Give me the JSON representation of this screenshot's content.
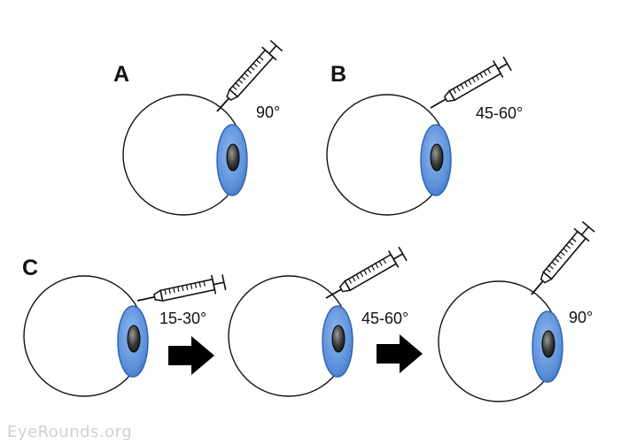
{
  "diagram": {
    "panels": [
      {
        "label": "A",
        "angle": "90°"
      },
      {
        "label": "B",
        "angle": "45-60°"
      },
      {
        "label": "C",
        "steps": [
          "15-30°",
          "45-60°",
          "90°"
        ]
      }
    ]
  },
  "watermark": "EyeRounds.org",
  "colors": {
    "iris": "#5b8fd8",
    "iris_edge": "#2f66b8",
    "pupil": "#2a2a2a",
    "outline": "#111111",
    "arrow": "#000000"
  },
  "icons": [
    "syringe-icon",
    "eye-icon",
    "arrow-right-icon"
  ]
}
